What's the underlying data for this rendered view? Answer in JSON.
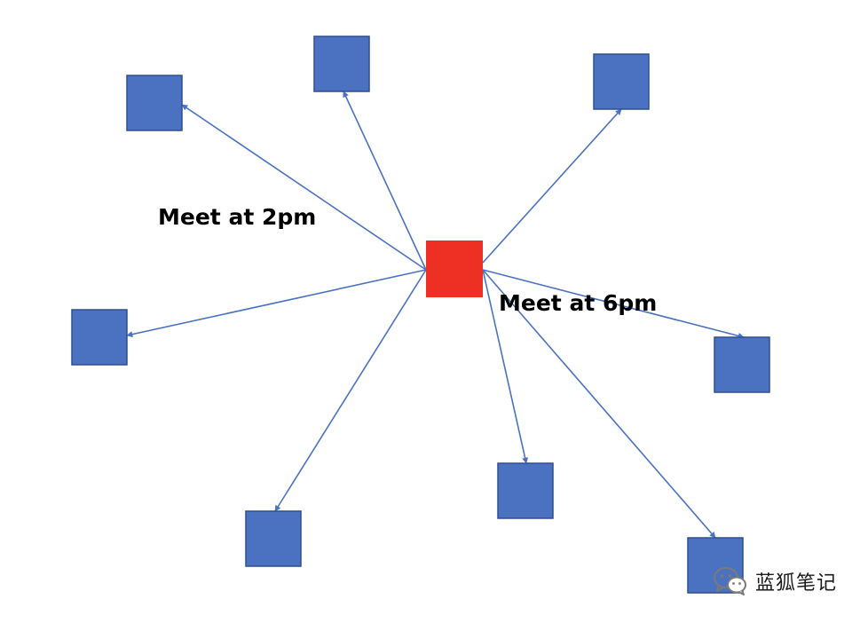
{
  "colors": {
    "hub": "#EE3024",
    "node_fill": "#4A72C0",
    "node_stroke": "#2F4F8F",
    "edge": "#4A72C0"
  },
  "labels": {
    "meet_2pm": "Meet at 2pm",
    "meet_6pm": "Meet at 6pm"
  },
  "diagram": {
    "hub": {
      "id": "hub",
      "shape": "square"
    },
    "nodes": [
      {
        "id": "node-1",
        "shape": "square"
      },
      {
        "id": "node-2",
        "shape": "square"
      },
      {
        "id": "node-3",
        "shape": "square"
      },
      {
        "id": "node-4",
        "shape": "square"
      },
      {
        "id": "node-5",
        "shape": "square"
      },
      {
        "id": "node-6",
        "shape": "square"
      },
      {
        "id": "node-7",
        "shape": "square"
      },
      {
        "id": "node-8",
        "shape": "square"
      }
    ],
    "edges": [
      {
        "from": "hub",
        "to": "node-1",
        "arrow": "end"
      },
      {
        "from": "hub",
        "to": "node-2",
        "arrow": "end"
      },
      {
        "from": "hub",
        "to": "node-3",
        "arrow": "end"
      },
      {
        "from": "hub",
        "to": "node-4",
        "arrow": "end"
      },
      {
        "from": "hub",
        "to": "node-5",
        "arrow": "end"
      },
      {
        "from": "hub",
        "to": "node-6",
        "arrow": "end"
      },
      {
        "from": "hub",
        "to": "node-7",
        "arrow": "end"
      },
      {
        "from": "hub",
        "to": "node-8",
        "arrow": "end"
      }
    ]
  },
  "watermark": {
    "icon": "wechat-icon",
    "text": "蓝狐笔记"
  }
}
